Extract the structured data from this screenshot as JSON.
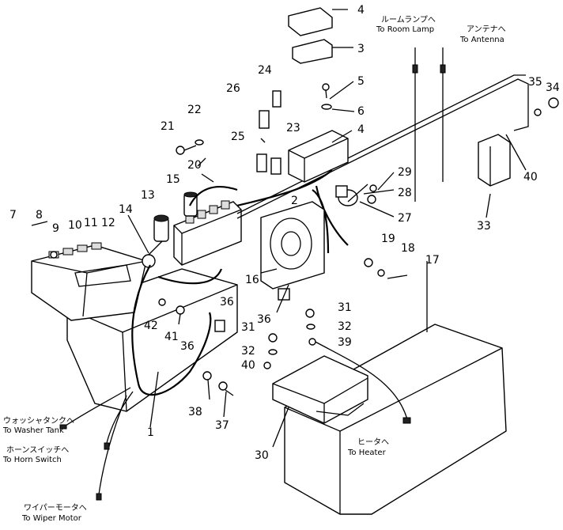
{
  "callouts": [
    "1",
    "2",
    "3",
    "4",
    "4",
    "5",
    "6",
    "7",
    "8",
    "9",
    "10",
    "11",
    "12",
    "13",
    "14",
    "15",
    "16",
    "17",
    "18",
    "19",
    "20",
    "21",
    "22",
    "23",
    "24",
    "25",
    "26",
    "27",
    "28",
    "29",
    "30",
    "31",
    "31",
    "32",
    "32",
    "33",
    "34",
    "35",
    "36",
    "36",
    "36",
    "37",
    "38",
    "39",
    "40",
    "40",
    "41",
    "42"
  ],
  "notes": {
    "room_lamp_jp": "ルームランプへ",
    "room_lamp_en": "To Room Lamp",
    "antenna_jp": "アンテナへ",
    "antenna_en": "To Antenna",
    "washer_jp": "ウォッシャタンクへ",
    "washer_en": "To Washer Tank",
    "horn_jp": "ホーンスイッチへ",
    "horn_en": "To Horn Switch",
    "wiper_jp": "ワイパーモータへ",
    "wiper_en": "To Wiper Motor",
    "heater_jp": "ヒータへ",
    "heater_en": "To Heater"
  }
}
